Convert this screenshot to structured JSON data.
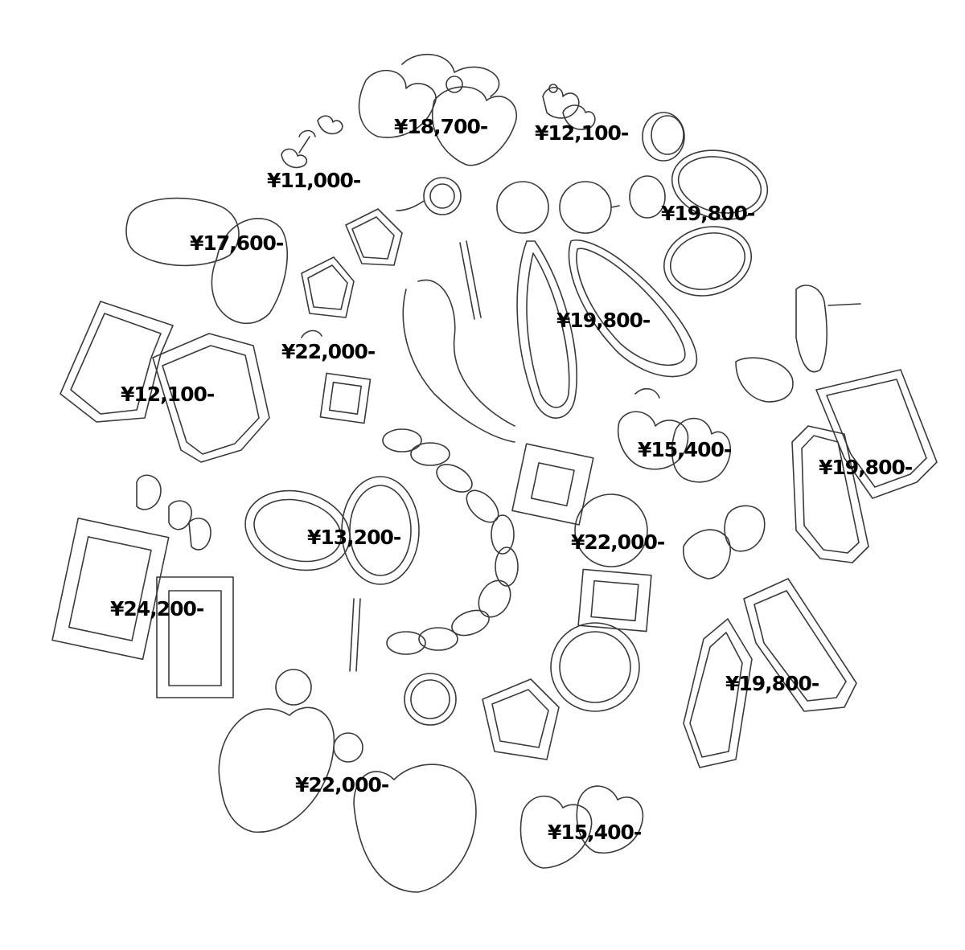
{
  "theme": {
    "background": "#ffffff",
    "line_color": "#3a3a3a",
    "price_color": "#000000"
  },
  "prices": [
    {
      "id": "heart-stud-top",
      "label": "¥18,700-"
    },
    {
      "id": "small-charm-top",
      "label": "¥12,100-"
    },
    {
      "id": "tiny-drop",
      "label": "¥11,000-"
    },
    {
      "id": "oval-hoop-drop",
      "label": "¥19,800-"
    },
    {
      "id": "pebble-pair",
      "label": "¥17,600-"
    },
    {
      "id": "long-bead-drop",
      "label": "¥19,800-"
    },
    {
      "id": "nugget-necklace",
      "label": "¥22,000-"
    },
    {
      "id": "frame-pair",
      "label": "¥12,100-"
    },
    {
      "id": "small-heart-pair",
      "label": "¥15,400-"
    },
    {
      "id": "kite-drop-right",
      "label": "¥19,800-"
    },
    {
      "id": "oval-ring-pair",
      "label": "¥13,200-"
    },
    {
      "id": "square-link-bracelet",
      "label": "¥22,000-"
    },
    {
      "id": "rectangle-drop",
      "label": "¥24,200-"
    },
    {
      "id": "diamond-drop",
      "label": "¥19,800-"
    },
    {
      "id": "big-heart-pair",
      "label": "¥22,000-"
    },
    {
      "id": "mini-heart-pair",
      "label": "¥15,400-"
    }
  ]
}
